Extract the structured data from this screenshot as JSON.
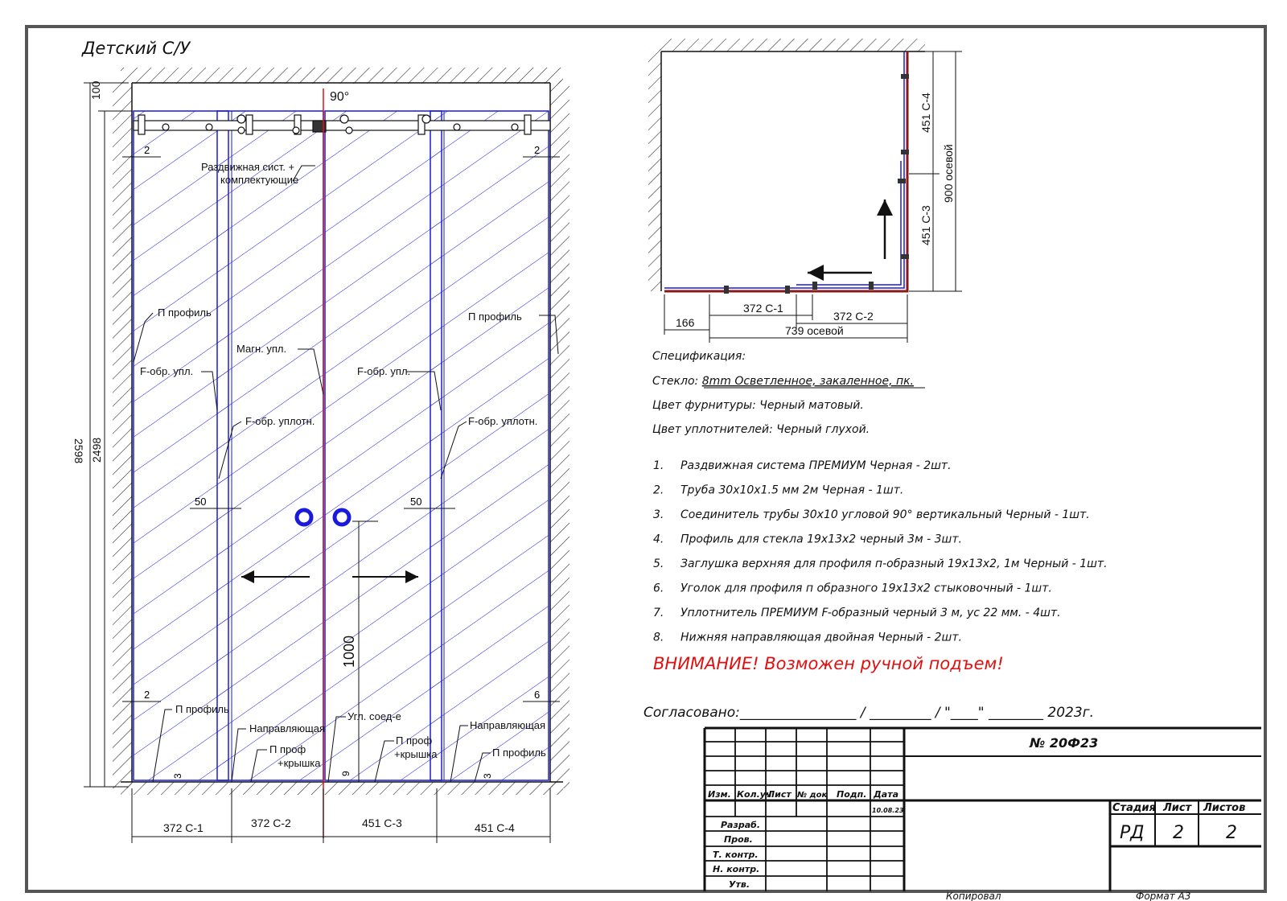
{
  "colors": {
    "frame": "#555555",
    "line": "#111111",
    "glass": "#1a1adc",
    "axis": "#e01010",
    "warning": "#e01010",
    "seal": "#8a1818"
  },
  "front": {
    "title": "Детский С/У",
    "angle": "90°",
    "dim_top": "100",
    "dim_total": "2598",
    "dim_height": "2498",
    "dim_1000": "1000",
    "gap_tl": "2",
    "gap_tr": "2",
    "gap_bl": "2",
    "gap_br": "6",
    "offset_50_left": "50",
    "offset_50_right": "50",
    "bottom_3_left": "3",
    "bottom_9": "9",
    "bottom_3_right": "3",
    "labels": {
      "sliding": "Раздвижная сист. +",
      "sliding2": "комплектующие",
      "p_left": "П профиль",
      "p_right": "П профиль",
      "magn": "Магн. упл.",
      "f_left": "F-обр. упл.",
      "f_right": "F-обр. упл.",
      "f_seal_left": "F-обр. уплотн.",
      "f_seal_right": "F-обр. уплотн.",
      "p_bottom_left": "П профиль",
      "guide_left": "Направляющая",
      "p_cap_left": "П проф",
      "p_cap_left2": "+крышка",
      "corner": "Угл. соед-е",
      "p_cap_right": "П проф",
      "p_cap_right2": "+крышка",
      "guide_right": "Направляющая",
      "p_bottom_right": "П профиль"
    },
    "panels": [
      "372 С-1",
      "372 С-2",
      "451 С-3",
      "451 С-4"
    ]
  },
  "plan": {
    "c4": "451 С-4",
    "c3": "451 С-3",
    "axis_900": "900 осевой",
    "c1": "372 С-1",
    "c2": "372 С-2",
    "dim_166": "166",
    "axis_739": "739 осевой"
  },
  "spec": {
    "heading": "Спецификация:",
    "glass_label": "Стекло: ",
    "glass_value": "8mm Осветленное, закаленное, пк.",
    "fittings": "Цвет фурнитуры: Черный матовый.",
    "seals": "Цвет уплотнителей: Черный глухой.",
    "items": [
      {
        "n": "1.",
        "text": "Раздвижная система ПРЕМИУМ Черная - 2шт."
      },
      {
        "n": "2.",
        "text": "Труба 30x10x1.5 мм 2м Черная - 1шт."
      },
      {
        "n": "3.",
        "text": "Соединитель трубы 30x10 угловой 90° вертикальный Черный - 1шт."
      },
      {
        "n": "4.",
        "text": "Профиль для стекла 19x13x2 черный 3м - 3шт."
      },
      {
        "n": "5.",
        "text": "Заглушка верхняя для профиля п-образный 19x13x2, 1м Черный - 1шт."
      },
      {
        "n": "6.",
        "text": "Уголок для профиля п образного 19x13x2 стыковочный - 1шт."
      },
      {
        "n": "7.",
        "text": "Уплотнитель ПРЕМИУМ F-образный черный 3 м, ус 22 мм. - 4шт."
      },
      {
        "n": "8.",
        "text": "Нижняя направляющая двойная Черный - 2шт."
      }
    ],
    "warning": "ВНИМАНИЕ! Возможен ручной подъем!",
    "approved": "Согласовано:_________________ / _________ / \"____\" ________ 2023г."
  },
  "stamp": {
    "number": "№ 20Ф23",
    "cols": [
      "Изм.",
      "Кол.уч",
      "Лист",
      "№ док",
      "Подп.",
      "Дата"
    ],
    "date": "10.08.23",
    "roles": [
      "Разраб.",
      "Пров.",
      "Т. контр.",
      "Н. контр.",
      "Утв."
    ],
    "stage_h": "Стадия",
    "sheet_h": "Лист",
    "sheets_h": "Листов",
    "stage": "РД",
    "sheet": "2",
    "sheets": "2",
    "copied": "Копировал",
    "format": "Формат А3"
  }
}
